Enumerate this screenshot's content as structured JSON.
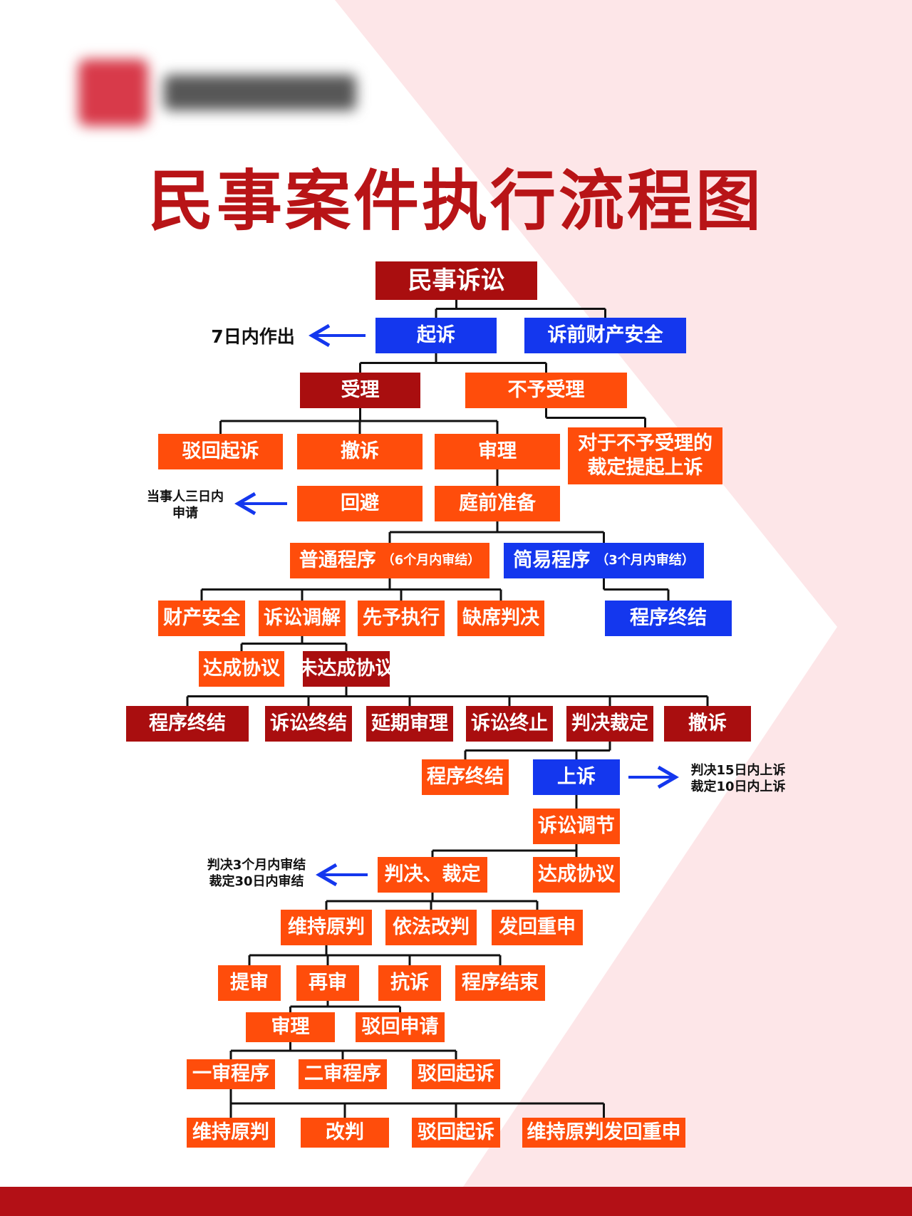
{
  "title": "民事案件执行流程图",
  "colors": {
    "orange": "#ff4d0b",
    "dark_red": "#a90e0f",
    "blue": "#1437ee",
    "title_red": "#b81417",
    "pink_bg": "#fde6e8",
    "arrow_blue": "#1437ee"
  },
  "nodes": {
    "root": "民事诉讼",
    "qisu": "起诉",
    "suqian": "诉前财产安全",
    "shouli": "受理",
    "buyu": "不予受理",
    "bohui1": "驳回起诉",
    "chesu1": "撤诉",
    "shenli1": "审理",
    "shangsu_buyu": "对于不予受理的\n裁定提起上诉",
    "huibi": "回避",
    "tingqian": "庭前准备",
    "putong": "普通程序",
    "putong_note": "（6个月内审结）",
    "jianyi": "简易程序",
    "jianyi_note": "（3个月内审结）",
    "caichan": "财产安全",
    "tiaojie": "诉讼调解",
    "xianyu": "先予执行",
    "quexi": "缺席判决",
    "zhongjie_jy": "程序终结",
    "dacheng1": "达成协议",
    "weidacheng": "未达成协议",
    "zhongjie1": "程序终结",
    "susong_zhongjie": "诉讼终结",
    "yanqi": "延期审理",
    "zhongzhi": "诉讼终止",
    "panjue": "判决裁定",
    "chesu2": "撤诉",
    "zhongjie2": "程序终结",
    "shangsu": "上诉",
    "tiaojie2": "诉讼调节",
    "panjue2": "判决、裁定",
    "dacheng2": "达成协议",
    "weichi1": "维持原判",
    "gaipan1": "依法改判",
    "fahui": "发回重申",
    "tishen": "提审",
    "zaishen": "再审",
    "kangsu": "抗诉",
    "jieshu": "程序结束",
    "shenli2": "审理",
    "bohui_sq": "驳回申请",
    "yishen": "一审程序",
    "ershen": "二审程序",
    "bohui2": "驳回起诉",
    "weichi2": "维持原判",
    "gaipan2": "改判",
    "bohui3": "驳回起诉",
    "weichi_fahui": "维持原判发回重申"
  },
  "notes": {
    "seven_days": "7日内作出",
    "three_days": "当事人三日内\n申请",
    "appeal": "判决15日内上诉\n裁定10日内上诉",
    "deadline": "判决3个月内审结\n裁定30日内审结"
  },
  "edges": [
    [
      "root",
      "qisu"
    ],
    [
      "root",
      "suqian"
    ],
    [
      "qisu",
      "shouli"
    ],
    [
      "qisu",
      "buyu"
    ],
    [
      "shouli",
      "bohui1"
    ],
    [
      "shouli",
      "chesu1"
    ],
    [
      "shouli",
      "shenli1"
    ],
    [
      "buyu",
      "shangsu_buyu"
    ],
    [
      "shenli1",
      "tingqian"
    ],
    [
      "tingqian",
      "putong"
    ],
    [
      "tingqian",
      "jianyi"
    ],
    [
      "putong",
      "caichan"
    ],
    [
      "putong",
      "tiaojie"
    ],
    [
      "putong",
      "xianyu"
    ],
    [
      "putong",
      "quexi"
    ],
    [
      "jianyi",
      "zhongjie_jy"
    ],
    [
      "tiaojie",
      "dacheng1"
    ],
    [
      "tiaojie",
      "weidacheng"
    ],
    [
      "weidacheng",
      "zhongjie1"
    ],
    [
      "weidacheng",
      "susong_zhongjie"
    ],
    [
      "weidacheng",
      "yanqi"
    ],
    [
      "weidacheng",
      "zhongzhi"
    ],
    [
      "weidacheng",
      "panjue"
    ],
    [
      "weidacheng",
      "chesu2"
    ],
    [
      "panjue",
      "zhongjie2"
    ],
    [
      "panjue",
      "shangsu"
    ],
    [
      "shangsu",
      "tiaojie2"
    ],
    [
      "tiaojie2",
      "panjue2"
    ],
    [
      "tiaojie2",
      "dacheng2"
    ],
    [
      "panjue2",
      "weichi1"
    ],
    [
      "panjue2",
      "gaipan1"
    ],
    [
      "panjue2",
      "fahui"
    ],
    [
      "weichi1",
      "tishen"
    ],
    [
      "weichi1",
      "zaishen"
    ],
    [
      "weichi1",
      "kangsu"
    ],
    [
      "weichi1",
      "jieshu"
    ],
    [
      "zaishen",
      "shenli2"
    ],
    [
      "zaishen",
      "bohui_sq"
    ],
    [
      "shenli2",
      "yishen"
    ],
    [
      "shenli2",
      "ershen"
    ],
    [
      "shenli2",
      "bohui2"
    ],
    [
      "yishen",
      "weichi2"
    ],
    [
      "yishen",
      "gaipan2"
    ],
    [
      "yishen",
      "bohui3"
    ],
    [
      "yishen",
      "weichi_fahui"
    ]
  ],
  "note_arrows": [
    [
      "qisu",
      "seven_days"
    ],
    [
      "huibi",
      "three_days"
    ],
    [
      "shangsu",
      "appeal"
    ],
    [
      "panjue2",
      "deadline"
    ]
  ]
}
